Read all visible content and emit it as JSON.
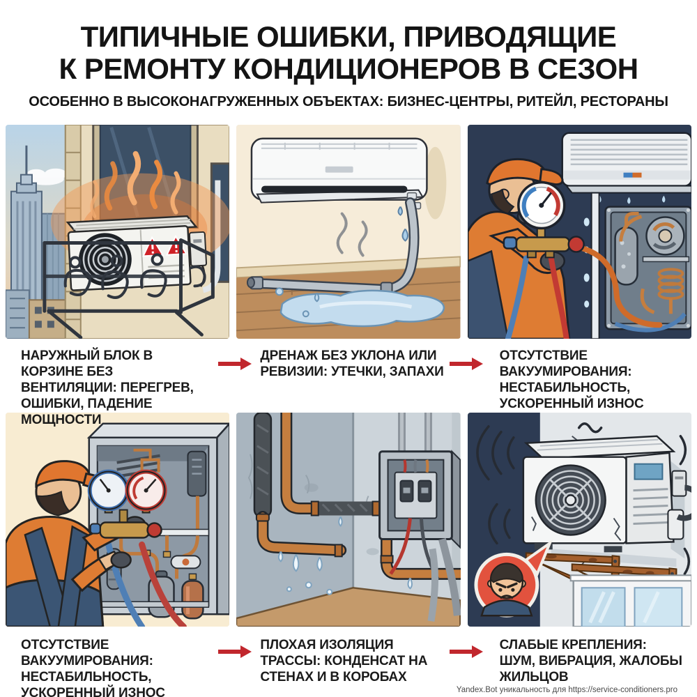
{
  "header": {
    "title_line1": "ТИПИЧНЫЕ ОШИБКИ, ПРИВОДЯЩИЕ",
    "title_line2": "К РЕМОНТУ КОНДИЦИОНЕРОВ В СЕЗОН",
    "subtitle": "ОСОБЕННО В ВЫСОКОНАГРУЖЕННЫХ ОБЪЕКТАХ: БИЗНЕС-ЦЕНТРЫ, РИТЕЙЛ, РЕСТОРАНЫ"
  },
  "panels": [
    {
      "caption": "НАРУЖНЫЙ БЛОК В КОРЗИНЕ БЕЗ ВЕНТИЛЯЦИИ: ПЕРЕГРЕВ, ОШИБКИ, ПАДЕНИЕ МОЩНОСТИ",
      "illustration": "outdoor-unit-overheating-in-closed-basket"
    },
    {
      "caption": "ДРЕНАЖ БЕЗ УКЛОНА ИЛИ РЕВИЗИИ: УТЕЧКИ, ЗАПАХИ",
      "illustration": "indoor-unit-leaking-drain-on-floor"
    },
    {
      "caption": "ОТСУТСТВИЕ ВАКУУМИРОВАНИЯ: НЕСТАБИЛЬНОСТЬ, УСКОРЕННЫЙ ИЗНОС",
      "illustration": "technician-with-manifold-gauge-dark-background"
    },
    {
      "caption": "ОТСУТСТВИЕ ВАКУУМИРОВАНИЯ: НЕСТАБИЛЬНОСТЬ, УСКОРЕННЫЙ ИЗНОС",
      "illustration": "technician-with-two-gauges-open-cabinet"
    },
    {
      "caption": "ПЛОХАЯ ИЗОЛЯЦИЯ ТРАССЫ: КОНДЕНСАТ НА СТЕНАХ И В КОРОБАХ",
      "illustration": "condensation-on-pipes-and-electrical-box"
    },
    {
      "caption": "СЛАБЫЕ КРЕПЛЕНИЯ: ШУМ, ВИБРАЦИЯ, ЖАЛОБЫ ЖИЛЬЦОВ",
      "illustration": "outdoor-unit-vibrating-on-rusty-brackets"
    }
  ],
  "icons": {
    "arrow": "red-right-arrow",
    "warning": "warning-triangle",
    "angry": "angry-face-badge"
  },
  "colors": {
    "arrow_red": "#c1272d",
    "title_text": "#141414",
    "caption_text": "#1b1b1b",
    "background": "#ffffff",
    "footer_text": "#4a4a4a"
  },
  "footer": {
    "credit": "Yandex.Bot уникальность для https://service-conditioners.pro"
  }
}
